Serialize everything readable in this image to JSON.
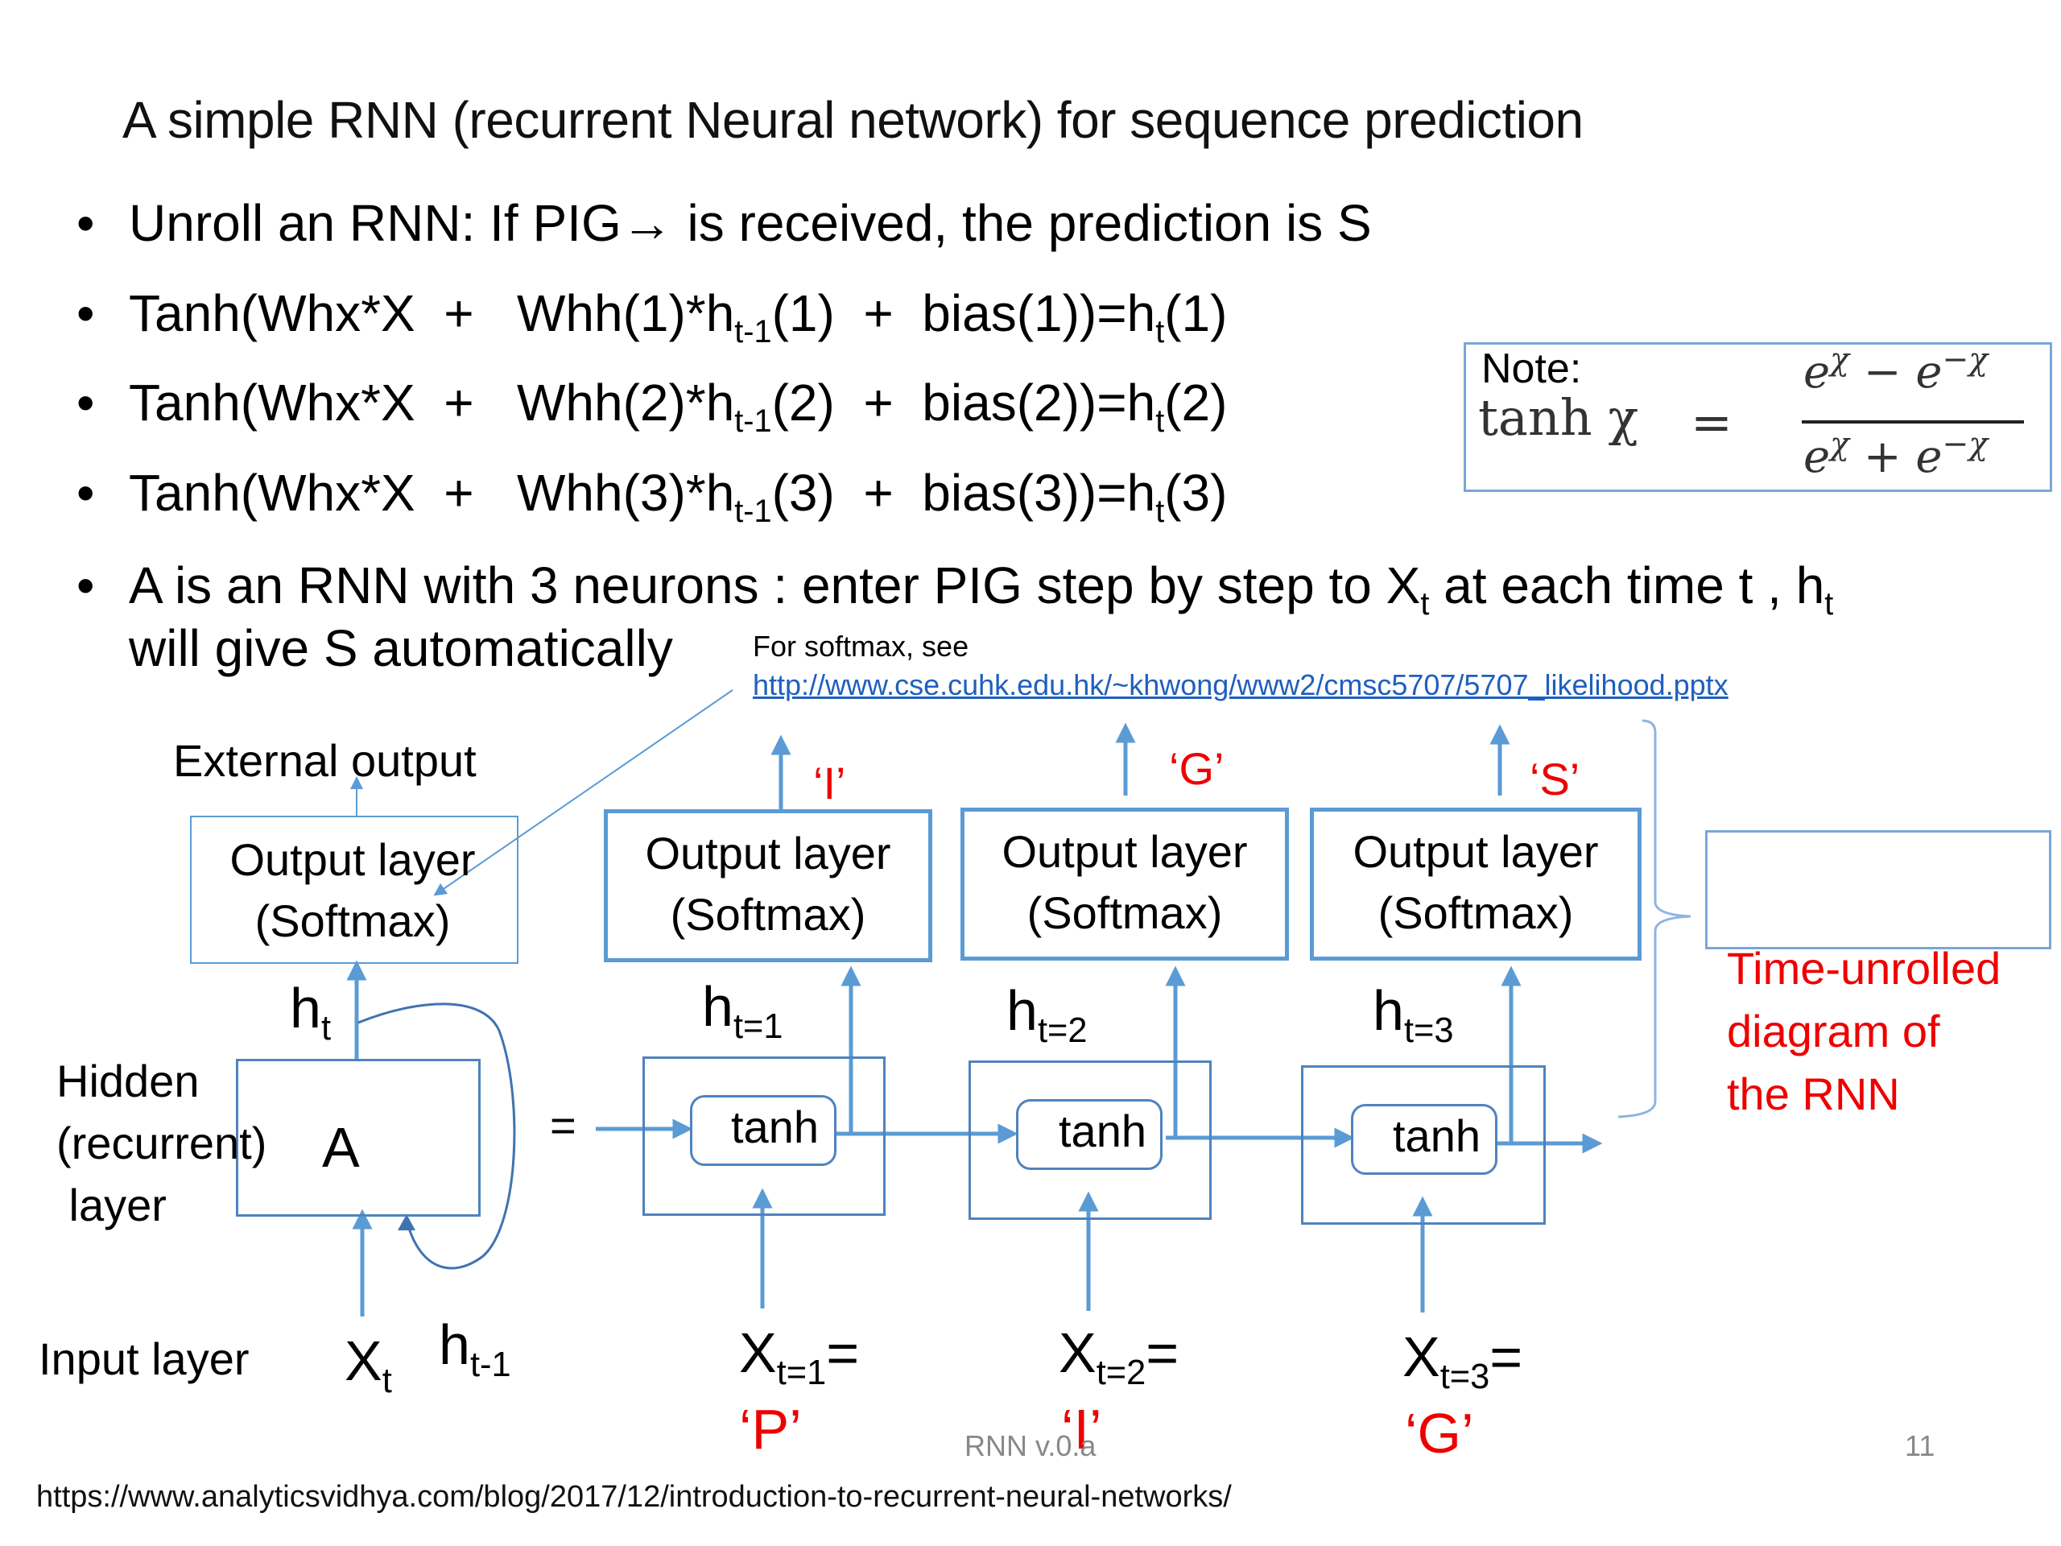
{
  "slide": {
    "title": "A simple RNN (recurrent Neural network)  for sequence prediction",
    "bullets": [
      {
        "text_before": "Unroll an RNN: If PIG",
        "arrow": "→",
        "text_after": " is received, the prediction is S"
      },
      {
        "pre": "Tanh(Whx*X  +   Whh(1)*h",
        "sub1": "t-1",
        "mid": "(1)  +  bias(1))=h",
        "sub2": "t",
        "post": "(1)"
      },
      {
        "pre": "Tanh(Whx*X  +   Whh(2)*h",
        "sub1": "t-1",
        "mid": "(2)  +  bias(2))=h",
        "sub2": "t",
        "post": "(2)"
      },
      {
        "pre": "Tanh(Whx*X  +   Whh(3)*h",
        "sub1": "t-1",
        "mid": "(3)  +  bias(3))=h",
        "sub2": "t",
        "post": "(3)"
      },
      {
        "line1_a": "A is an RNN with 3 neurons : enter PIG step by step to X",
        "line1_sub": "t",
        "line1_b": " at each time t , h",
        "line1_sub2": "t",
        "line2": "will give S automatically"
      }
    ],
    "note": {
      "label": "Note:",
      "lhs": "tanh χ",
      "equals": "=",
      "numerator": {
        "a": "e",
        "a_sup": "χ",
        "op": " − ",
        "b": "e",
        "b_sup": "−χ"
      },
      "denominator": {
        "a": "e",
        "a_sup": "χ",
        "op": " + ",
        "b": "e",
        "b_sup": "−χ"
      }
    },
    "softmax_ref": {
      "label": "For softmax, see",
      "link": "http://www.cse.cuhk.edu.hk/~khwong/www2/cmsc5707/5707_likelihood.pptx"
    },
    "diagram": {
      "external_output": "External output",
      "output_layer_line1": "Output layer",
      "output_layer_line2": "(Softmax)",
      "hidden_label": [
        "Hidden",
        "(recurrent)",
        " layer"
      ],
      "hidden_cell": "A",
      "h_t": "h",
      "h_t_sub": "t",
      "input_layer": "Input layer",
      "x_t": "X",
      "x_t_sub": "t",
      "h_prev": "h",
      "h_prev_sub": "t-1",
      "equals": "=",
      "tanh": "tanh",
      "steps": [
        {
          "h": "h",
          "h_sub": "t=1",
          "x": "X",
          "x_sub": "t=1",
          "x_eq": "=",
          "input_char": "‘P’",
          "output_char": "‘I’"
        },
        {
          "h": "h",
          "h_sub": "t=2",
          "x": "X",
          "x_sub": "t=2",
          "x_eq": "=",
          "input_char": "‘I’",
          "output_char": "‘G’"
        },
        {
          "h": "h",
          "h_sub": "t=3",
          "x": "X",
          "x_sub": "t=3",
          "x_eq": "=",
          "input_char": "‘G’",
          "output_char": "‘S’"
        }
      ],
      "unrolled_label": [
        "Time-unrolled",
        "diagram of",
        "the RNN"
      ]
    },
    "footer": {
      "version": "RNN v.0.a",
      "page_number": "11"
    },
    "source_url": "https://www.analyticsvidhya.com/blog/2017/12/introduction-to-recurrent-neural-networks/",
    "colors": {
      "accent_blue": "#5b9bd5",
      "red": "#ee0000",
      "link_blue": "#1f5fbf"
    }
  }
}
